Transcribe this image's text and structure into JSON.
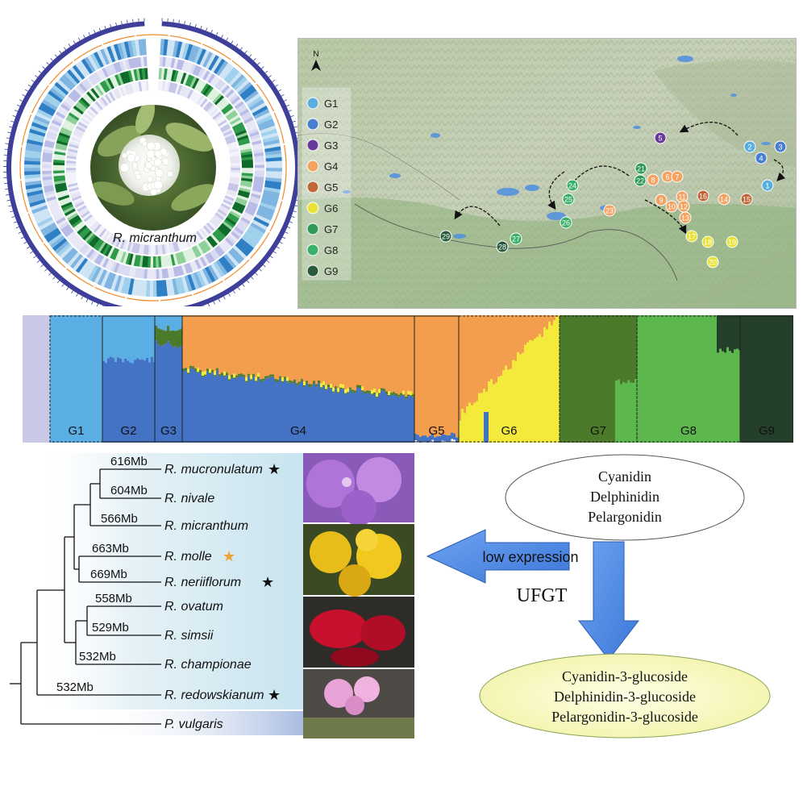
{
  "genome_label": "R. micranthum",
  "map": {
    "north": "N",
    "legend": [
      {
        "label": "G1",
        "color": "#5aafe0"
      },
      {
        "label": "G2",
        "color": "#4a7fd0"
      },
      {
        "label": "G3",
        "color": "#6a3a9a"
      },
      {
        "label": "G4",
        "color": "#f3a463"
      },
      {
        "label": "G5",
        "color": "#c0683a"
      },
      {
        "label": "G6",
        "color": "#e9e23a"
      },
      {
        "label": "G7",
        "color": "#2f9a5a"
      },
      {
        "label": "G8",
        "color": "#3ab06a"
      },
      {
        "label": "G9",
        "color": "#2a5a3e"
      }
    ],
    "sites": [
      {
        "n": "1",
        "g": 0
      },
      {
        "n": "2",
        "g": 0
      },
      {
        "n": "3",
        "g": 1
      },
      {
        "n": "4",
        "g": 1
      },
      {
        "n": "5",
        "g": 2
      },
      {
        "n": "6",
        "g": 3
      },
      {
        "n": "7",
        "g": 3
      },
      {
        "n": "8",
        "g": 3
      },
      {
        "n": "9",
        "g": 3
      },
      {
        "n": "10",
        "g": 3
      },
      {
        "n": "11",
        "g": 3
      },
      {
        "n": "12",
        "g": 3
      },
      {
        "n": "13",
        "g": 3
      },
      {
        "n": "14",
        "g": 3
      },
      {
        "n": "15",
        "g": 4
      },
      {
        "n": "16",
        "g": 4
      },
      {
        "n": "17",
        "g": 5
      },
      {
        "n": "18",
        "g": 5
      },
      {
        "n": "19",
        "g": 5
      },
      {
        "n": "20",
        "g": 5
      },
      {
        "n": "21",
        "g": 6
      },
      {
        "n": "22",
        "g": 6
      },
      {
        "n": "23",
        "g": 3
      },
      {
        "n": "24",
        "g": 7
      },
      {
        "n": "25",
        "g": 7
      },
      {
        "n": "26",
        "g": 7
      },
      {
        "n": "27",
        "g": 7
      },
      {
        "n": "28",
        "g": 8
      },
      {
        "n": "29",
        "g": 8
      }
    ]
  },
  "structure": {
    "groups": [
      "G1",
      "G2",
      "G3",
      "G4",
      "G5",
      "G6",
      "G7",
      "G8",
      "G9"
    ]
  },
  "tree": {
    "taxa": [
      {
        "name": "R. mucronulatum",
        "star": "black"
      },
      {
        "name": "R. nivale",
        "star": ""
      },
      {
        "name": "R. micranthum",
        "star": ""
      },
      {
        "name": "R. molle",
        "star": "orange"
      },
      {
        "name": "R. neriiflorum",
        "star": "black"
      },
      {
        "name": "R. ovatum",
        "star": ""
      },
      {
        "name": "R. simsii",
        "star": ""
      },
      {
        "name": "R. championae",
        "star": ""
      },
      {
        "name": "R. redowskianum",
        "star": "black"
      },
      {
        "name": "P. vulgaris",
        "star": ""
      }
    ],
    "sizes": [
      "616Mb",
      "604Mb",
      "566Mb",
      "663Mb",
      "669Mb",
      "558Mb",
      "529Mb",
      "532Mb",
      "532Mb"
    ]
  },
  "pathway": {
    "substrates": [
      "Cyanidin",
      "Delphinidin",
      "Pelargonidin"
    ],
    "products": [
      "Cyanidin-3-glucoside",
      "Delphinidin-3-glucoside",
      "Pelargonidin-3-glucoside"
    ],
    "enzyme": "UFGT",
    "low_label": "low expression"
  }
}
